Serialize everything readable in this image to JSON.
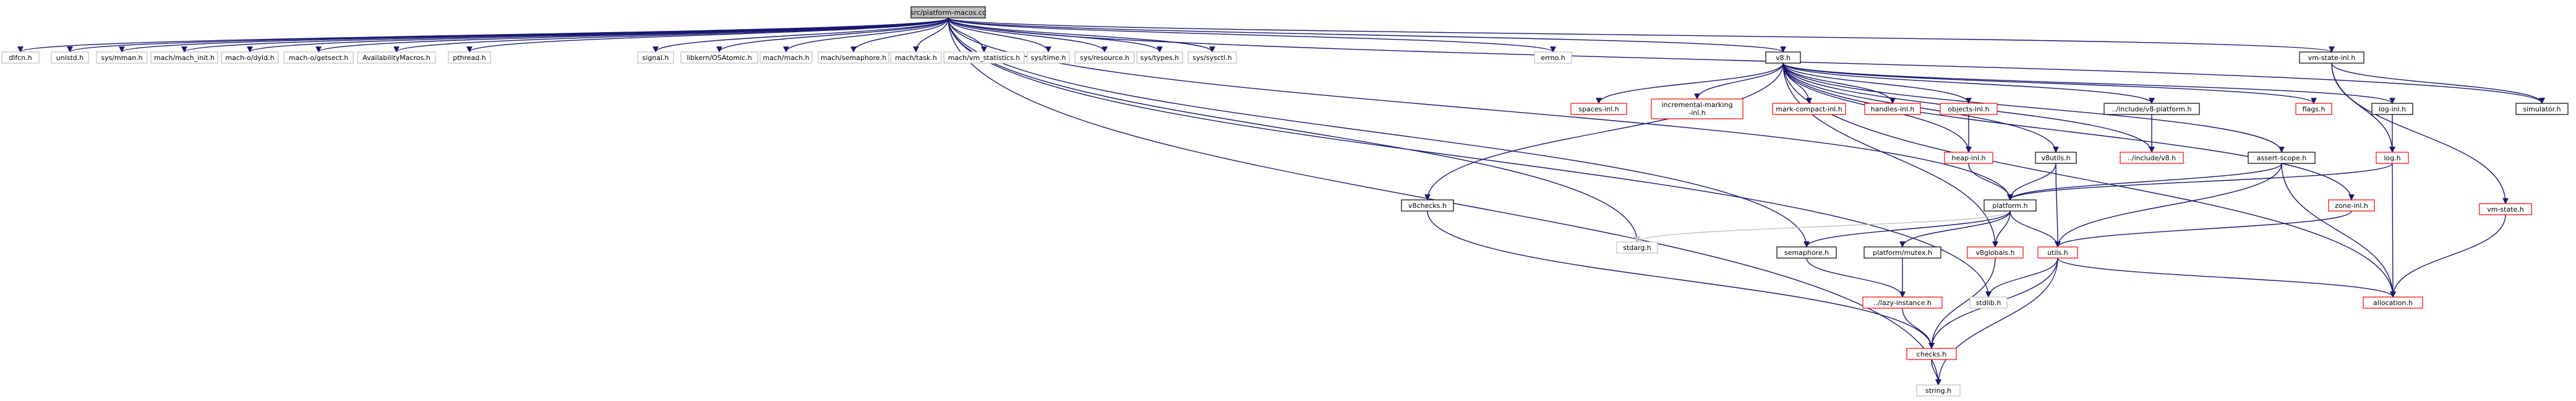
{
  "colors": {
    "edge": "#191970",
    "edge_light": "#c0c0c0",
    "border_black": "#000000",
    "border_red": "#ff0000",
    "border_gray": "#bfbfbf",
    "root_fill": "#bfbfbf",
    "node_fill": "#ffffff"
  },
  "nodes": [
    {
      "id": "root",
      "label": "src/platform-macos.cc",
      "kind": "root"
    },
    {
      "id": "dlfcn",
      "label": "dlfcn.h",
      "kind": "gray"
    },
    {
      "id": "unistd",
      "label": "unistd.h",
      "kind": "gray"
    },
    {
      "id": "mman",
      "label": "sys/mman.h",
      "kind": "gray"
    },
    {
      "id": "machinit",
      "label": "mach/mach_init.h",
      "kind": "gray"
    },
    {
      "id": "machodyld",
      "label": "mach-o/dyld.h",
      "kind": "gray"
    },
    {
      "id": "getsect",
      "label": "mach-o/getsect.h",
      "kind": "gray"
    },
    {
      "id": "availmacros",
      "label": "AvailabilityMacros.h",
      "kind": "gray"
    },
    {
      "id": "pthread",
      "label": "pthread.h",
      "kind": "gray"
    },
    {
      "id": "signal",
      "label": "signal.h",
      "kind": "gray"
    },
    {
      "id": "osatomic",
      "label": "libkern/OSAtomic.h",
      "kind": "gray"
    },
    {
      "id": "machmach",
      "label": "mach/mach.h",
      "kind": "gray"
    },
    {
      "id": "machsem",
      "label": "mach/semaphore.h",
      "kind": "gray"
    },
    {
      "id": "machtask",
      "label": "mach/task.h",
      "kind": "gray"
    },
    {
      "id": "vmstat",
      "label": "mach/vm_statistics.h",
      "kind": "gray"
    },
    {
      "id": "systime",
      "label": "sys/time.h",
      "kind": "gray"
    },
    {
      "id": "sysres",
      "label": "sys/resource.h",
      "kind": "gray"
    },
    {
      "id": "systypes",
      "label": "sys/types.h",
      "kind": "gray"
    },
    {
      "id": "syssysctl",
      "label": "sys/sysctl.h",
      "kind": "gray"
    },
    {
      "id": "errno",
      "label": "errno.h",
      "kind": "gray"
    },
    {
      "id": "v8h",
      "label": "v8.h",
      "kind": "black"
    },
    {
      "id": "vmstateinl",
      "label": "vm-state-inl.h",
      "kind": "black"
    },
    {
      "id": "spacesinl",
      "label": "spaces-inl.h",
      "kind": "red"
    },
    {
      "id": "incmark",
      "label": "incremental-marking\n-inl.h",
      "kind": "red"
    },
    {
      "id": "markcompact",
      "label": "mark-compact-inl.h",
      "kind": "red"
    },
    {
      "id": "handlesinl",
      "label": "handles-inl.h",
      "kind": "red"
    },
    {
      "id": "objectsinl",
      "label": "objects-inl.h",
      "kind": "red"
    },
    {
      "id": "v8platform",
      "label": "../include/v8-platform.h",
      "kind": "black"
    },
    {
      "id": "flags",
      "label": "flags.h",
      "kind": "red"
    },
    {
      "id": "loginl",
      "label": "log-inl.h",
      "kind": "black"
    },
    {
      "id": "simulator",
      "label": "simulator.h",
      "kind": "black"
    },
    {
      "id": "heapinl",
      "label": "heap-inl.h",
      "kind": "red"
    },
    {
      "id": "v8utils",
      "label": "v8utils.h",
      "kind": "black"
    },
    {
      "id": "includev8",
      "label": "../include/v8.h",
      "kind": "red"
    },
    {
      "id": "assertscope",
      "label": "assert-scope.h",
      "kind": "black"
    },
    {
      "id": "logh",
      "label": "log.h",
      "kind": "red"
    },
    {
      "id": "v8checks",
      "label": "v8checks.h",
      "kind": "black"
    },
    {
      "id": "platformh",
      "label": "platform.h",
      "kind": "black"
    },
    {
      "id": "zoneinl",
      "label": "zone-inl.h",
      "kind": "red"
    },
    {
      "id": "vmstate",
      "label": "vm-state.h",
      "kind": "red"
    },
    {
      "id": "stdarg",
      "label": "stdarg.h",
      "kind": "gray"
    },
    {
      "id": "semaphore",
      "label": "semaphore.h",
      "kind": "black"
    },
    {
      "id": "pmutex",
      "label": "platform/mutex.h",
      "kind": "black"
    },
    {
      "id": "v8globals",
      "label": "v8globals.h",
      "kind": "red"
    },
    {
      "id": "utils",
      "label": "utils.h",
      "kind": "red"
    },
    {
      "id": "lazyinst",
      "label": "../lazy-instance.h",
      "kind": "red"
    },
    {
      "id": "stdlib",
      "label": "stdlib.h",
      "kind": "gray"
    },
    {
      "id": "allocation",
      "label": "allocation.h",
      "kind": "red"
    },
    {
      "id": "checks",
      "label": "checks.h",
      "kind": "red"
    },
    {
      "id": "stringh",
      "label": "string.h",
      "kind": "gray"
    }
  ]
}
